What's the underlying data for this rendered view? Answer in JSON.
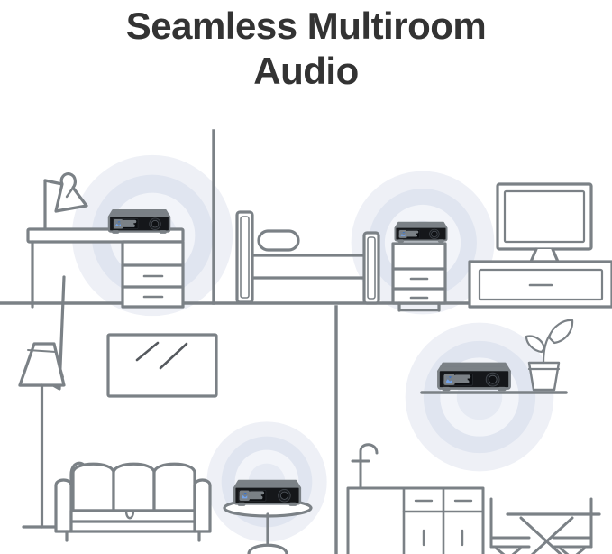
{
  "title": {
    "line1": "Seamless Multiroom",
    "line2": "Audio"
  },
  "colors": {
    "title_text": "#333333",
    "outline": "#7b8186",
    "outline_light": "#8d9398",
    "device_body": "#15171a",
    "device_top": "#5f646a",
    "device_top_highlight": "#9aa0a6",
    "device_screen": "#0d0f12",
    "device_art_blue": "#2f6fd0",
    "wave_outer": "#eceef5",
    "wave_mid": "#dfe4ef",
    "wave_inner": "#f4f6fa",
    "background": "#ffffff"
  },
  "scene": {
    "label": "four-room-home-cutaway",
    "rooms": [
      {
        "id": "office",
        "name": "Home office",
        "position": "top-left",
        "items": [
          {
            "name": "desk-lamp",
            "label": "Desk lamp"
          },
          {
            "name": "desk",
            "label": "Desk with drawers"
          },
          {
            "name": "audio-device",
            "label": "Multiroom audio speaker"
          },
          {
            "name": "sound-waves",
            "label": "Sound waves"
          }
        ]
      },
      {
        "id": "bedroom",
        "name": "Bedroom",
        "position": "top-right",
        "items": [
          {
            "name": "bed",
            "label": "Bed with headboard and pillow"
          },
          {
            "name": "nightstand",
            "label": "Nightstand with two drawers"
          },
          {
            "name": "audio-device",
            "label": "Multiroom audio speaker"
          },
          {
            "name": "sound-waves",
            "label": "Sound waves"
          },
          {
            "name": "television",
            "label": "Flat screen television"
          },
          {
            "name": "media-console",
            "label": "Media console"
          }
        ]
      },
      {
        "id": "living-room",
        "name": "Living room",
        "position": "bottom-left",
        "items": [
          {
            "name": "wall-mirror",
            "label": "Wall mirror"
          },
          {
            "name": "floor-lamp",
            "label": "Floor lamp"
          },
          {
            "name": "sofa",
            "label": "Three seat sofa"
          },
          {
            "name": "side-table",
            "label": "Round side table"
          },
          {
            "name": "audio-device",
            "label": "Multiroom audio speaker"
          },
          {
            "name": "sound-waves",
            "label": "Sound waves"
          }
        ]
      },
      {
        "id": "kitchen",
        "name": "Kitchen and dining",
        "position": "bottom-right",
        "items": [
          {
            "name": "wall-shelf",
            "label": "Wall shelf"
          },
          {
            "name": "potted-plant",
            "label": "Potted plant"
          },
          {
            "name": "audio-device",
            "label": "Multiroom audio speaker"
          },
          {
            "name": "sound-waves",
            "label": "Sound waves"
          },
          {
            "name": "kitchen-sink",
            "label": "Kitchen sink with faucet"
          },
          {
            "name": "kitchen-cabinets",
            "label": "Kitchen cabinets and drawers"
          },
          {
            "name": "dining-table",
            "label": "Dining table"
          },
          {
            "name": "dining-chair-left",
            "label": "Dining chair"
          },
          {
            "name": "dining-chair-right",
            "label": "Dining chair"
          }
        ]
      }
    ],
    "device_count": 4
  }
}
